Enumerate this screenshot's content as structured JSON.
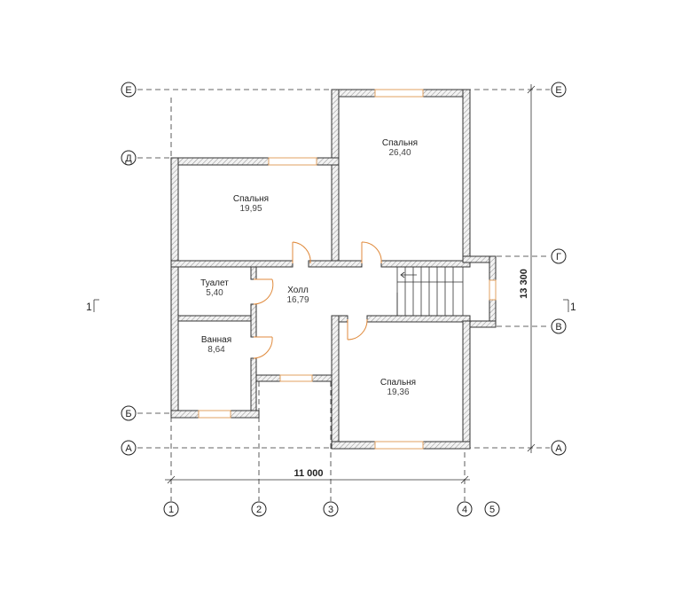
{
  "rooms": [
    {
      "name": "Спальня",
      "area": "26,40"
    },
    {
      "name": "Спальня",
      "area": "19,95"
    },
    {
      "name": "Туалет",
      "area": "5,40"
    },
    {
      "name": "Холл",
      "area": "16,79"
    },
    {
      "name": "Ванная",
      "area": "8,64"
    },
    {
      "name": "Спальня",
      "area": "19,36"
    }
  ],
  "axes": {
    "rows": [
      "Е",
      "Д",
      "Г",
      "В",
      "Б",
      "А"
    ],
    "cols": [
      "1",
      "2",
      "3",
      "4",
      "5"
    ]
  },
  "dimensions": {
    "width": "11 000",
    "height": "13 300"
  },
  "section": {
    "left": "1",
    "right": "1"
  },
  "colors": {
    "line": "#333333",
    "door": "#e08a3c",
    "window": "#e0a060"
  }
}
